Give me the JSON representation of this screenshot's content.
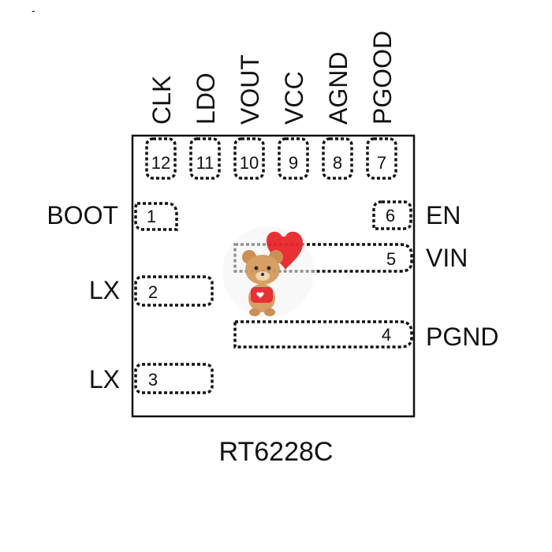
{
  "part_name": "RT6228C",
  "mark": "-",
  "top_pins": [
    {
      "number": "12",
      "name": "CLK"
    },
    {
      "number": "11",
      "name": "LDO"
    },
    {
      "number": "10",
      "name": "VOUT"
    },
    {
      "number": "9",
      "name": "VCC"
    },
    {
      "number": "8",
      "name": "AGND"
    },
    {
      "number": "7",
      "name": "PGOOD"
    }
  ],
  "left_pins": [
    {
      "number": "1",
      "name": "BOOT"
    },
    {
      "number": "2",
      "name": "LX"
    },
    {
      "number": "3",
      "name": "LX"
    }
  ],
  "right_pins": [
    {
      "number": "6",
      "name": "EN"
    },
    {
      "number": "5",
      "name": "VIN"
    },
    {
      "number": "4",
      "name": "PGND"
    }
  ],
  "colors": {
    "line": "#111111",
    "heart": "#e8262b",
    "bear": "#c98a4b"
  },
  "watermark_icon": "teddy-bear-with-heart-icon"
}
